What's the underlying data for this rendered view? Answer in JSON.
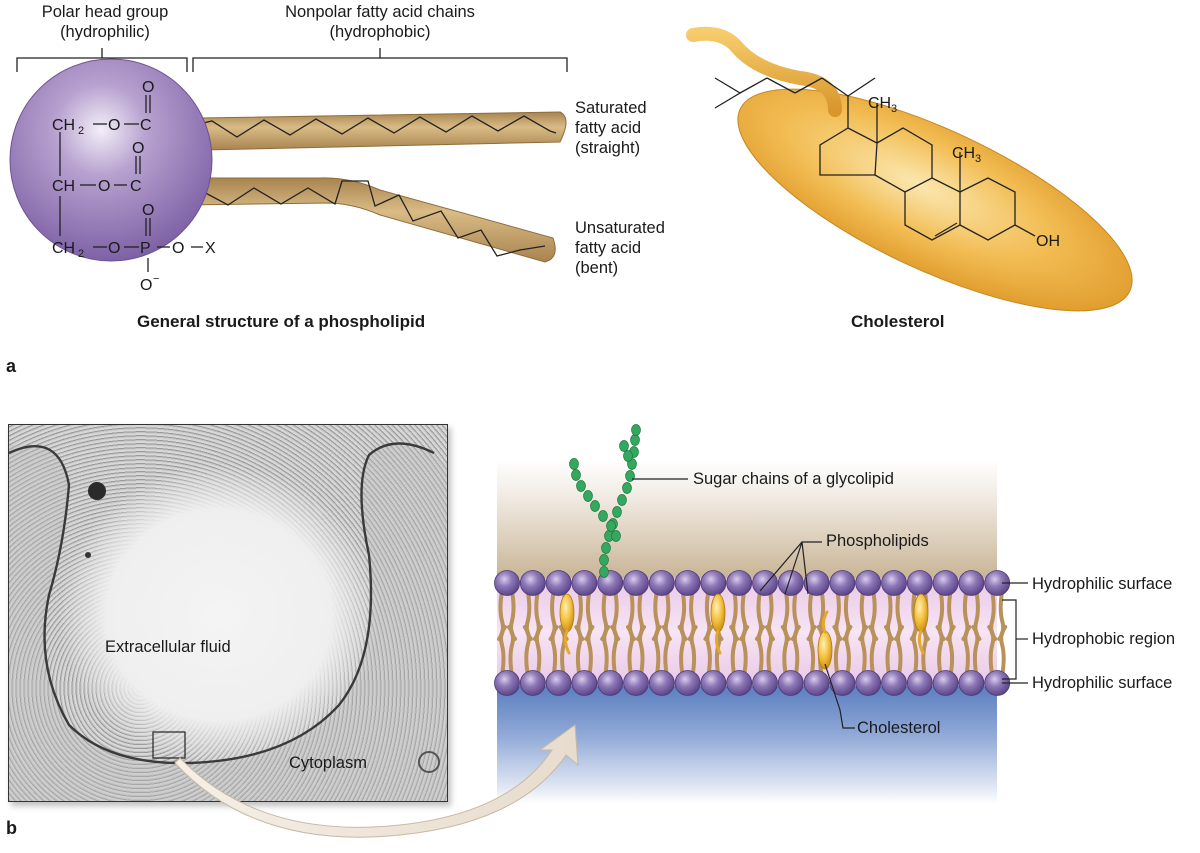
{
  "panel_a": {
    "letter": "a",
    "polar_head_label": [
      "Polar head group",
      "(hydrophilic)"
    ],
    "nonpolar_label": [
      "Nonpolar fatty acid chains",
      "(hydrophobic)"
    ],
    "saturated_label": [
      "Saturated",
      "fatty acid",
      "(straight)"
    ],
    "unsaturated_label": [
      "Unsaturated",
      "fatty acid",
      "(bent)"
    ],
    "phospholipid_caption": "General structure of a phospholipid",
    "cholesterol_caption": "Cholesterol",
    "head_group_atoms": {
      "row1": [
        "CH",
        "2",
        "O",
        "C"
      ],
      "row2": [
        "CH",
        "O",
        "C"
      ],
      "row3": [
        "CH",
        "2",
        "O",
        "P",
        "O",
        "X"
      ],
      "carbonyl_o": "O",
      "phosphate_o": "O",
      "phosphate_o_minus": "O",
      "minus": "−"
    },
    "cholesterol_atoms": {
      "ch3_a": "CH",
      "ch3_a_sub": "3",
      "ch3_b": "CH",
      "ch3_b_sub": "3",
      "oh": "OH"
    }
  },
  "panel_b": {
    "letter": "b",
    "micrograph": {
      "extracellular_label": "Extracellular fluid",
      "cytoplasm_label": "Cytoplasm"
    },
    "membrane": {
      "sugar_chains_label": "Sugar chains of a glycolipid",
      "phospholipids_label": "Phospholipids",
      "hydrophilic_top_label": "Hydrophilic surface",
      "hydrophobic_label": "Hydrophobic region",
      "hydrophilic_bottom_label": "Hydrophilic surface",
      "cholesterol_label": "Cholesterol"
    }
  },
  "colors": {
    "head_purple": "#8a6fb0",
    "tail_tan": "#c9a56b",
    "cholesterol_gold": "#e9a937",
    "sugar_green": "#2fa05a",
    "extracellular_tan": "#c9b596",
    "membrane_pink": "#f0d4ec",
    "cytoplasm_blue": "#6f8fc6",
    "arrow_beige": "#efe4d6"
  }
}
